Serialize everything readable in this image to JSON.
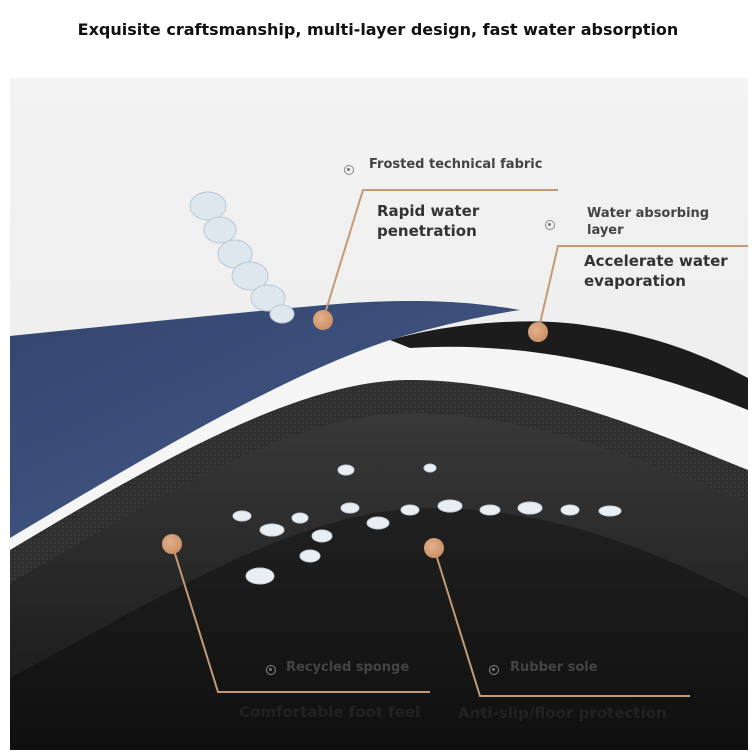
{
  "title": "Exquisite craftsmanship, multi-layer design, fast water absorption",
  "labels": {
    "frosted": "Frosted technical fabric",
    "rapid": "Rapid water penetration",
    "rapid_line1": "Rapid water",
    "rapid_line2": "penetration",
    "absorbing_line1": "Water absorbing",
    "absorbing_line2": "layer",
    "evap_line1": "Accelerate water",
    "evap_line2": "evaporation",
    "sponge": "Recycled sponge",
    "rubber": "Rubber sole",
    "comfort": "Comfortable foot feel",
    "antislip": "Anti-slip/floor protection"
  },
  "colors": {
    "fabric": "#3c4f7a",
    "leader": "#c49a76",
    "dot": "#c98b5f",
    "sponge": "#2a2a2a",
    "rubber": "#1a1a1a"
  },
  "icons": [
    "target-bullet-icon",
    "leader-dot-icon",
    "water-droplets"
  ]
}
